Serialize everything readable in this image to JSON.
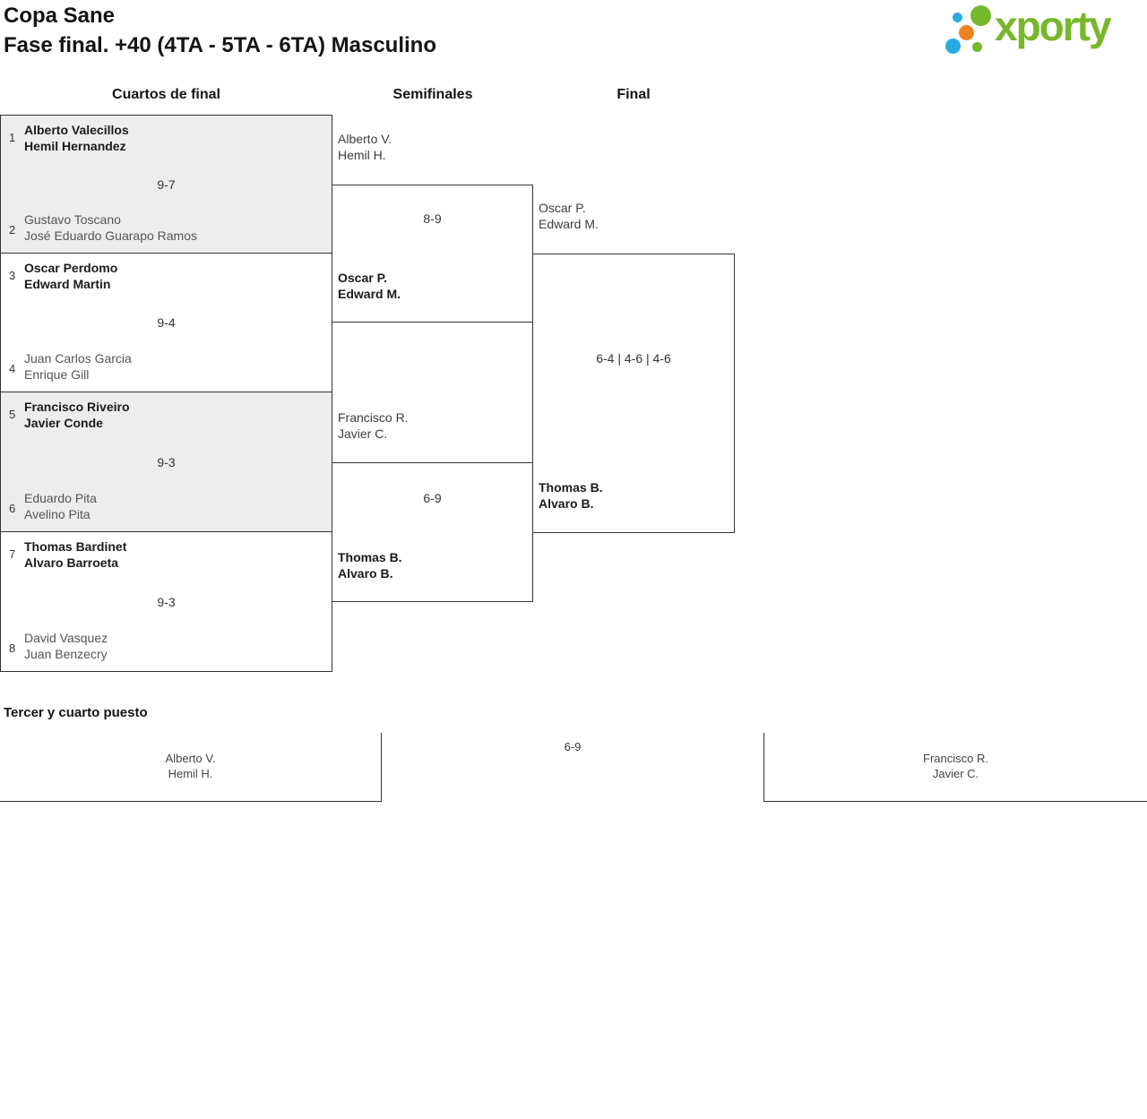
{
  "header": {
    "title": "Copa Sane",
    "subtitle": "Fase final. +40 (4TA - 5TA - 6TA) Masculino",
    "logo_text": "xporty"
  },
  "round_headers": {
    "quarterfinals": "Cuartos de final",
    "semifinals": "Semifinales",
    "final": "Final"
  },
  "quarterfinals": [
    {
      "seed_top": "1",
      "team_top": [
        "Alberto Valecillos",
        "Hemil Hernandez"
      ],
      "score": "9-7",
      "seed_bottom": "2",
      "team_bottom": [
        "Gustavo Toscano",
        "José Eduardo Guarapo Ramos"
      ],
      "winner": "top"
    },
    {
      "seed_top": "3",
      "team_top": [
        "Oscar Perdomo",
        "Edward Martin"
      ],
      "score": "9-4",
      "seed_bottom": "4",
      "team_bottom": [
        "Juan Carlos Garcia",
        "Enrique Gill"
      ],
      "winner": "top"
    },
    {
      "seed_top": "5",
      "team_top": [
        "Francisco Riveiro",
        "Javier Conde"
      ],
      "score": "9-3",
      "seed_bottom": "6",
      "team_bottom": [
        "Eduardo Pita",
        "Avelino Pita"
      ],
      "winner": "top"
    },
    {
      "seed_top": "7",
      "team_top": [
        "Thomas Bardinet",
        "Alvaro Barroeta"
      ],
      "score": "9-3",
      "seed_bottom": "8",
      "team_bottom": [
        "David Vasquez",
        "Juan Benzecry"
      ],
      "winner": "top"
    }
  ],
  "semifinals": [
    {
      "team_top": [
        "Alberto V.",
        "Hemil H."
      ],
      "score": "8-9",
      "team_bottom": [
        "Oscar P.",
        "Edward M."
      ],
      "winner": "bottom"
    },
    {
      "team_top": [
        "Francisco R.",
        "Javier C."
      ],
      "score": "6-9",
      "team_bottom": [
        "Thomas B.",
        "Alvaro B."
      ],
      "winner": "bottom"
    }
  ],
  "final": {
    "team_top": [
      "Oscar P.",
      "Edward M."
    ],
    "score": "6-4 | 4-6 | 4-6",
    "team_bottom": [
      "Thomas B.",
      "Alvaro B."
    ],
    "winner": "bottom"
  },
  "third_place": {
    "heading": "Tercer y cuarto puesto",
    "team_left": [
      "Alberto V.",
      "Hemil H."
    ],
    "score": "6-9",
    "team_right": [
      "Francisco R.",
      "Javier C."
    ]
  },
  "colors": {
    "logo_green": "#76b82a",
    "logo_blue": "#29abe2",
    "logo_orange": "#f0821e",
    "bracket_border": "#333333",
    "shaded_box": "#ededed",
    "winner_text": "#1b1b1b",
    "loser_text": "#555555"
  }
}
